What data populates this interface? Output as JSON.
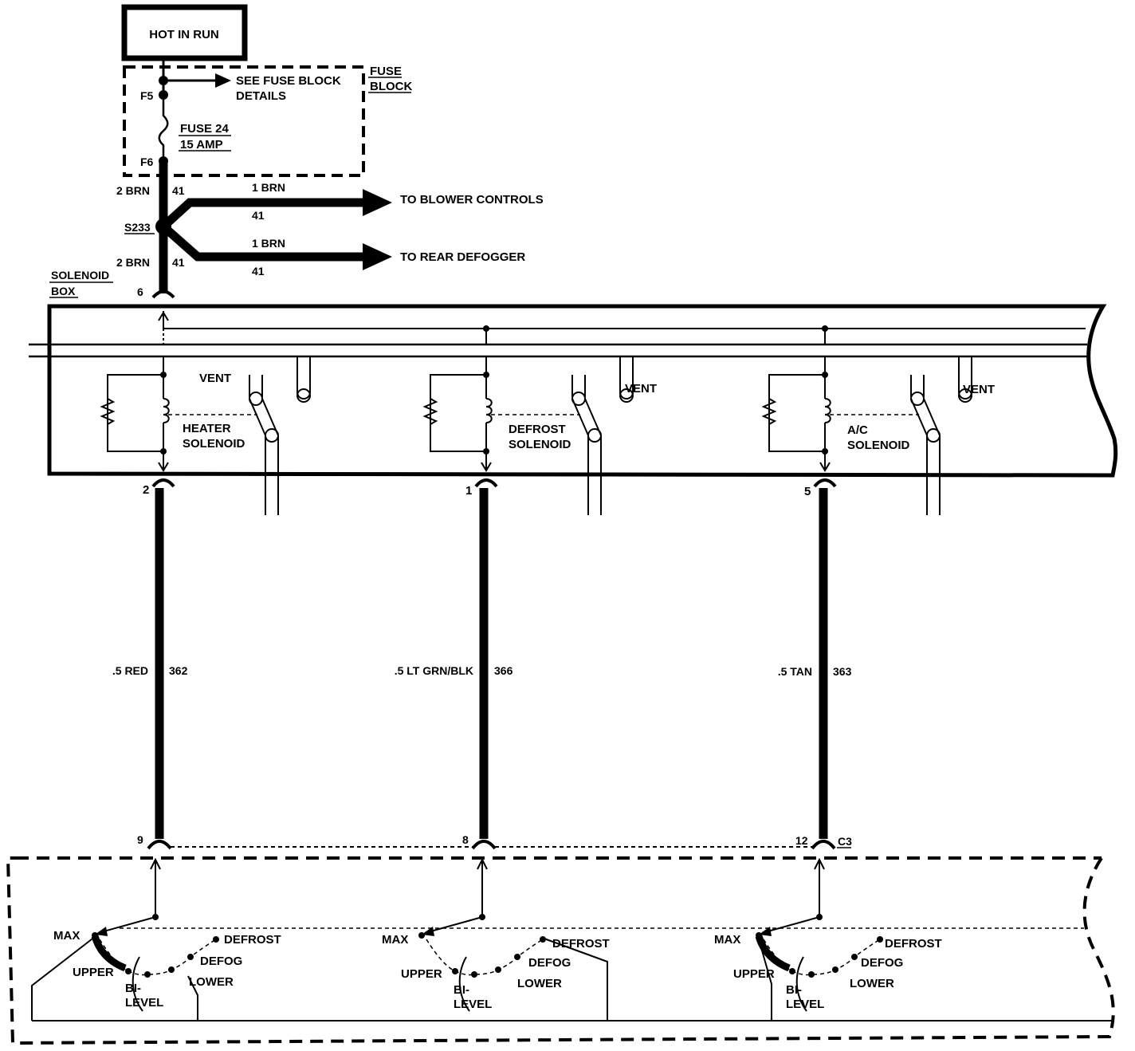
{
  "power": {
    "title": "HOT IN RUN"
  },
  "fuse_block": {
    "title_line1": "FUSE",
    "title_line2": "BLOCK",
    "see_details_line1": "SEE FUSE BLOCK",
    "see_details_line2": "DETAILS",
    "terminal_in": "F5",
    "terminal_out": "F6",
    "fuse_name": "FUSE 24",
    "fuse_rating": "15 AMP"
  },
  "feed": {
    "upper_wire": "2 BRN",
    "upper_circuit": "41",
    "splice": "S233",
    "lower_wire": "2 BRN",
    "lower_circuit": "41",
    "branches": [
      {
        "wire": "1 BRN",
        "circuit": "41",
        "destination": "TO  BLOWER CONTROLS"
      },
      {
        "wire": "1 BRN",
        "circuit": "41",
        "destination": "TO  REAR DEFOGGER"
      }
    ]
  },
  "solenoid_box": {
    "title_line1": "SOLENOID",
    "title_line2": "BOX",
    "input_pin": "6",
    "solenoids": [
      {
        "line1": "HEATER",
        "line2": "SOLENOID",
        "vent": "VENT",
        "pin": "2"
      },
      {
        "line1": "DEFROST",
        "line2": "SOLENOID",
        "vent": "VENT",
        "pin": "1"
      },
      {
        "line1": "A/C",
        "line2": "SOLENOID",
        "vent": "VENT",
        "pin": "5"
      }
    ]
  },
  "wires": [
    {
      "size_color": ".5 RED",
      "circuit": "362",
      "pin": "9"
    },
    {
      "size_color": ".5 LT GRN/BLK",
      "circuit": "366",
      "pin": "8"
    },
    {
      "size_color": ".5 TAN",
      "circuit": "363",
      "pin": "12"
    }
  ],
  "control_connector": "C3",
  "mode_switches": [
    {
      "max": "MAX",
      "upper": "UPPER",
      "bilevel_1": "BI-",
      "bilevel_2": "LEVEL",
      "lower": "LOWER",
      "defog": "DEFOG",
      "defrost": "DEFROST"
    },
    {
      "max": "MAX",
      "upper": "UPPER",
      "bilevel_1": "BI-",
      "bilevel_2": "LEVEL",
      "lower": "LOWER",
      "defog": "DEFOG",
      "defrost": "DEFROST"
    },
    {
      "max": "MAX",
      "upper": "UPPER",
      "bilevel_1": "BI-",
      "bilevel_2": "LEVEL",
      "lower": "LOWER",
      "defog": "DEFOG",
      "defrost": "DEFROST"
    }
  ]
}
